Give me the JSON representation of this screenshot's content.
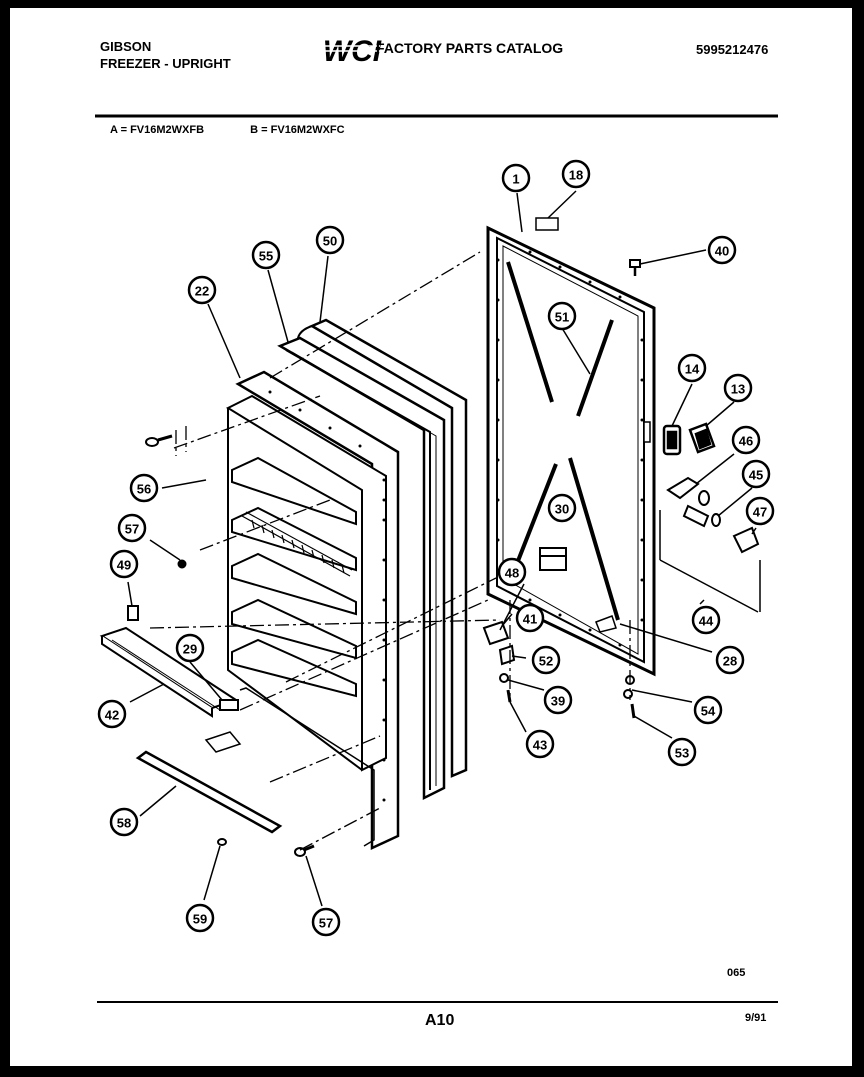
{
  "header": {
    "brand": "GIBSON",
    "product": "FREEZER - UPRIGHT",
    "logo_text": "WCI",
    "catalog_title": "FACTORY PARTS CATALOG",
    "catalog_number": "5995212476"
  },
  "models": {
    "a": "A = FV16M2WXFB",
    "b": "B = FV16M2WXFC"
  },
  "callouts": [
    {
      "number": "1"
    },
    {
      "number": "18"
    },
    {
      "number": "40"
    },
    {
      "number": "50"
    },
    {
      "number": "55"
    },
    {
      "number": "22"
    },
    {
      "number": "51"
    },
    {
      "number": "14"
    },
    {
      "number": "13"
    },
    {
      "number": "46"
    },
    {
      "number": "45"
    },
    {
      "number": "47"
    },
    {
      "number": "56"
    },
    {
      "number": "57"
    },
    {
      "number": "49"
    },
    {
      "number": "30"
    },
    {
      "number": "48"
    },
    {
      "number": "41"
    },
    {
      "number": "44"
    },
    {
      "number": "29"
    },
    {
      "number": "42"
    },
    {
      "number": "52"
    },
    {
      "number": "28"
    },
    {
      "number": "39"
    },
    {
      "number": "54"
    },
    {
      "number": "43"
    },
    {
      "number": "53"
    },
    {
      "number": "58"
    },
    {
      "number": "59"
    },
    {
      "number": "57"
    }
  ],
  "footer": {
    "drawing_code": "065",
    "page_code": "A10",
    "date_code": "9/91"
  }
}
